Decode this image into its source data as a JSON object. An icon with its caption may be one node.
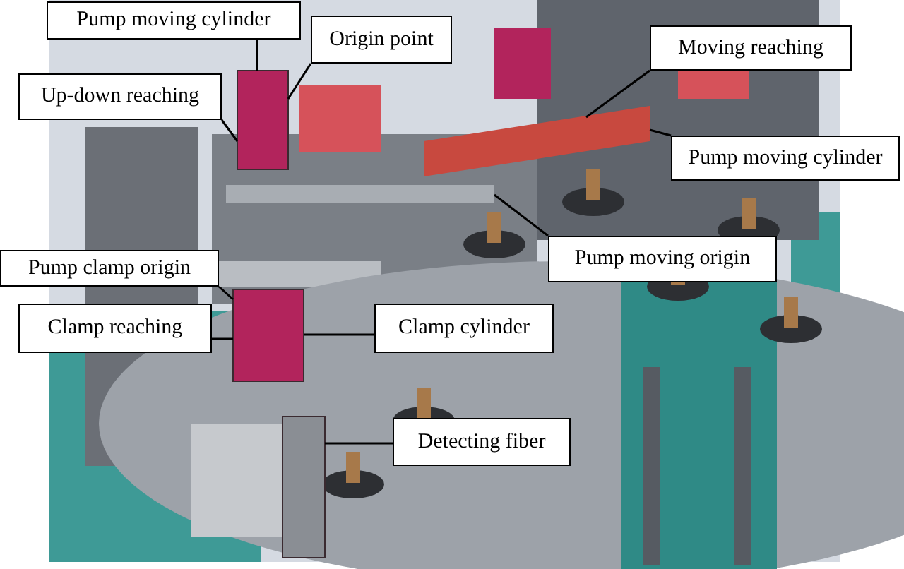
{
  "diagram": {
    "nodes": [
      {
        "text": [
          "Pump moving cylinder"
        ]
      },
      {
        "text": [
          "Origin point"
        ]
      },
      {
        "text": [
          "Up-down reaching"
        ]
      },
      {
        "text": [
          "Moving reaching"
        ]
      },
      {
        "text": [
          "Pump moving cylinder"
        ]
      },
      {
        "text": [
          "Pump moving origin"
        ]
      },
      {
        "text": [
          "Pump clamp origin"
        ]
      },
      {
        "text": [
          "Clamp reaching"
        ]
      },
      {
        "text": [
          "Clamp cylinder"
        ]
      },
      {
        "text": [
          "Detecting fiber"
        ]
      },
      {
        "text": [],
        "shape": "box"
      },
      {
        "text": [],
        "shape": "bar"
      },
      {
        "text": [],
        "shape": "bar"
      },
      {
        "text": [],
        "shape": "box"
      },
      {
        "text": [],
        "shape": "box"
      }
    ],
    "edges": [
      {
        "from": 0,
        "to": 10,
        "arrow": "none"
      },
      {
        "from": 1,
        "to": 10,
        "arrow": "none"
      },
      {
        "from": 2,
        "to": 10,
        "arrow": "none"
      },
      {
        "from": 3,
        "to": 11,
        "arrow": "none"
      },
      {
        "from": 4,
        "to": 11,
        "arrow": "none"
      },
      {
        "from": 5,
        "to": 12,
        "arrow": "none"
      },
      {
        "from": 6,
        "to": 13,
        "arrow": "none"
      },
      {
        "from": 7,
        "to": 13,
        "arrow": "none"
      },
      {
        "from": 8,
        "to": 13,
        "arrow": "none"
      },
      {
        "from": 9,
        "to": 14,
        "arrow": "none"
      }
    ]
  }
}
